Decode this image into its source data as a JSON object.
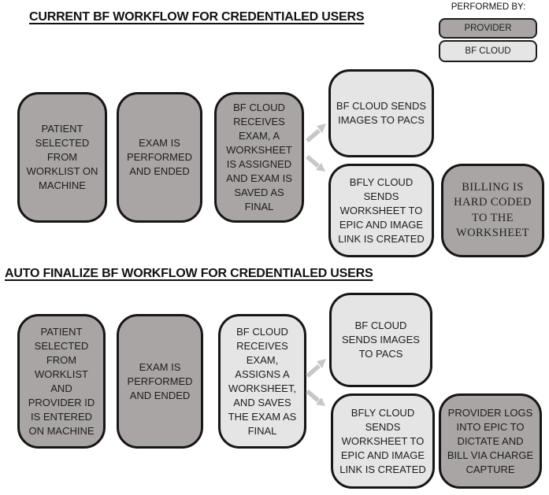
{
  "legend": {
    "title": "PERFORMED BY:",
    "items": [
      {
        "id": "provider",
        "label": "PROVIDER",
        "color": "#a9a5a5"
      },
      {
        "id": "bf-cloud",
        "label": "BF CLOUD",
        "color": "#e6e5e5"
      }
    ]
  },
  "colors": {
    "provider": "#a9a5a5",
    "bf_cloud": "#e6e5e5",
    "border": "#161616",
    "arrow": "#c7c7c7"
  },
  "sections": [
    {
      "title": "CURRENT BF WORKFLOW FOR CREDENTIALED USERS",
      "boxes": [
        {
          "id": "patient-selected",
          "performer": "provider",
          "text": "PATIENT\nSELECTED\nFROM\nWORKLIST ON\nMACHINE"
        },
        {
          "id": "exam-performed",
          "performer": "provider",
          "text": "EXAM IS\nPERFORMED\nAND ENDED"
        },
        {
          "id": "bf-cloud-receives",
          "performer": "provider",
          "text": "BF CLOUD\nRECEIVES\nEXAM, A\nWORKSHEET\nIS ASSIGNED\nAND EXAM IS\nSAVED AS\nFINAL"
        },
        {
          "id": "sends-images-to-pacs",
          "performer": "bf_cloud",
          "text": "BF CLOUD SENDS\nIMAGES TO PACS"
        },
        {
          "id": "sends-worksheet-to-epic",
          "performer": "bf_cloud",
          "text": "BFLY CLOUD\nSENDS\nWORKSHEET TO\nEPIC AND IMAGE\nLINK IS CREATED"
        },
        {
          "id": "billing-hard-coded",
          "performer": "provider",
          "text": "BILLING IS\nHARD CODED\nTO THE\nWORKSHEET"
        }
      ]
    },
    {
      "title": "AUTO FINALIZE BF WORKFLOW FOR CREDENTIALED USERS",
      "boxes": [
        {
          "id": "patient-selected",
          "performer": "provider",
          "text": "PATIENT\nSELECTED\nFROM\nWORKLIST\nAND\nPROVIDER ID\nIS ENTERED\nON MACHINE"
        },
        {
          "id": "exam-performed",
          "performer": "provider",
          "text": "EXAM IS\nPERFORMED\nAND ENDED"
        },
        {
          "id": "bf-cloud-receives",
          "performer": "bf_cloud",
          "text": "BF CLOUD\nRECEIVES\nEXAM,\nASSIGNS A\nWORKSHEET,\nAND SAVES\nTHE EXAM AS\nFINAL"
        },
        {
          "id": "sends-images-to-pacs",
          "performer": "bf_cloud",
          "text": "BF CLOUD\nSENDS IMAGES\nTO PACS"
        },
        {
          "id": "sends-worksheet-to-epic",
          "performer": "bf_cloud",
          "text": "BFLY CLOUD\nSENDS\nWORKSHEET TO\nEPIC AND IMAGE\nLINK IS CREATED"
        },
        {
          "id": "provider-logs-into-epic",
          "performer": "provider",
          "text": "PROVIDER LOGS\nINTO EPIC TO\nDICTATE AND\nBILL VIA CHARGE\nCAPTURE"
        }
      ]
    }
  ]
}
